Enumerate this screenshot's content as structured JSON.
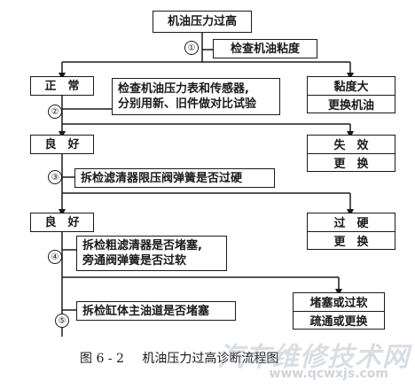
{
  "nodes": {
    "top": "机油压力过高",
    "step1": "检查机油粘度",
    "normal": "正　常",
    "check_sensor_l1": "检查机油压力表和传感器,",
    "check_sensor_l2": "分别用新、旧件做对比试验",
    "viscosity_high": "黏度大",
    "replace_oil": "更换机油",
    "good1": "良　好",
    "fail1_a": "失　效",
    "fail1_b": "更　换",
    "step3": "拆检滤清器限压阀弹簧是否过硬",
    "good2": "良　好",
    "fail2_a": "过　硬",
    "fail2_b": "更　换",
    "step4_l1": "拆检粗滤清器是否堵塞,",
    "step4_l2": "旁通阀弹簧是否过软",
    "step5": "拆检缸体主油道是否堵塞",
    "fail3_a": "堵塞或过软",
    "fail3_b": "疏通或更换"
  },
  "step_numbers": [
    "①",
    "②",
    "③",
    "④",
    "⑤"
  ],
  "caption": {
    "tag": "图 6 - 2",
    "title": "机油压力过高诊断流程图"
  },
  "watermark": {
    "text": "汽车维修技术网",
    "url": "www.qcwxjs.com"
  }
}
